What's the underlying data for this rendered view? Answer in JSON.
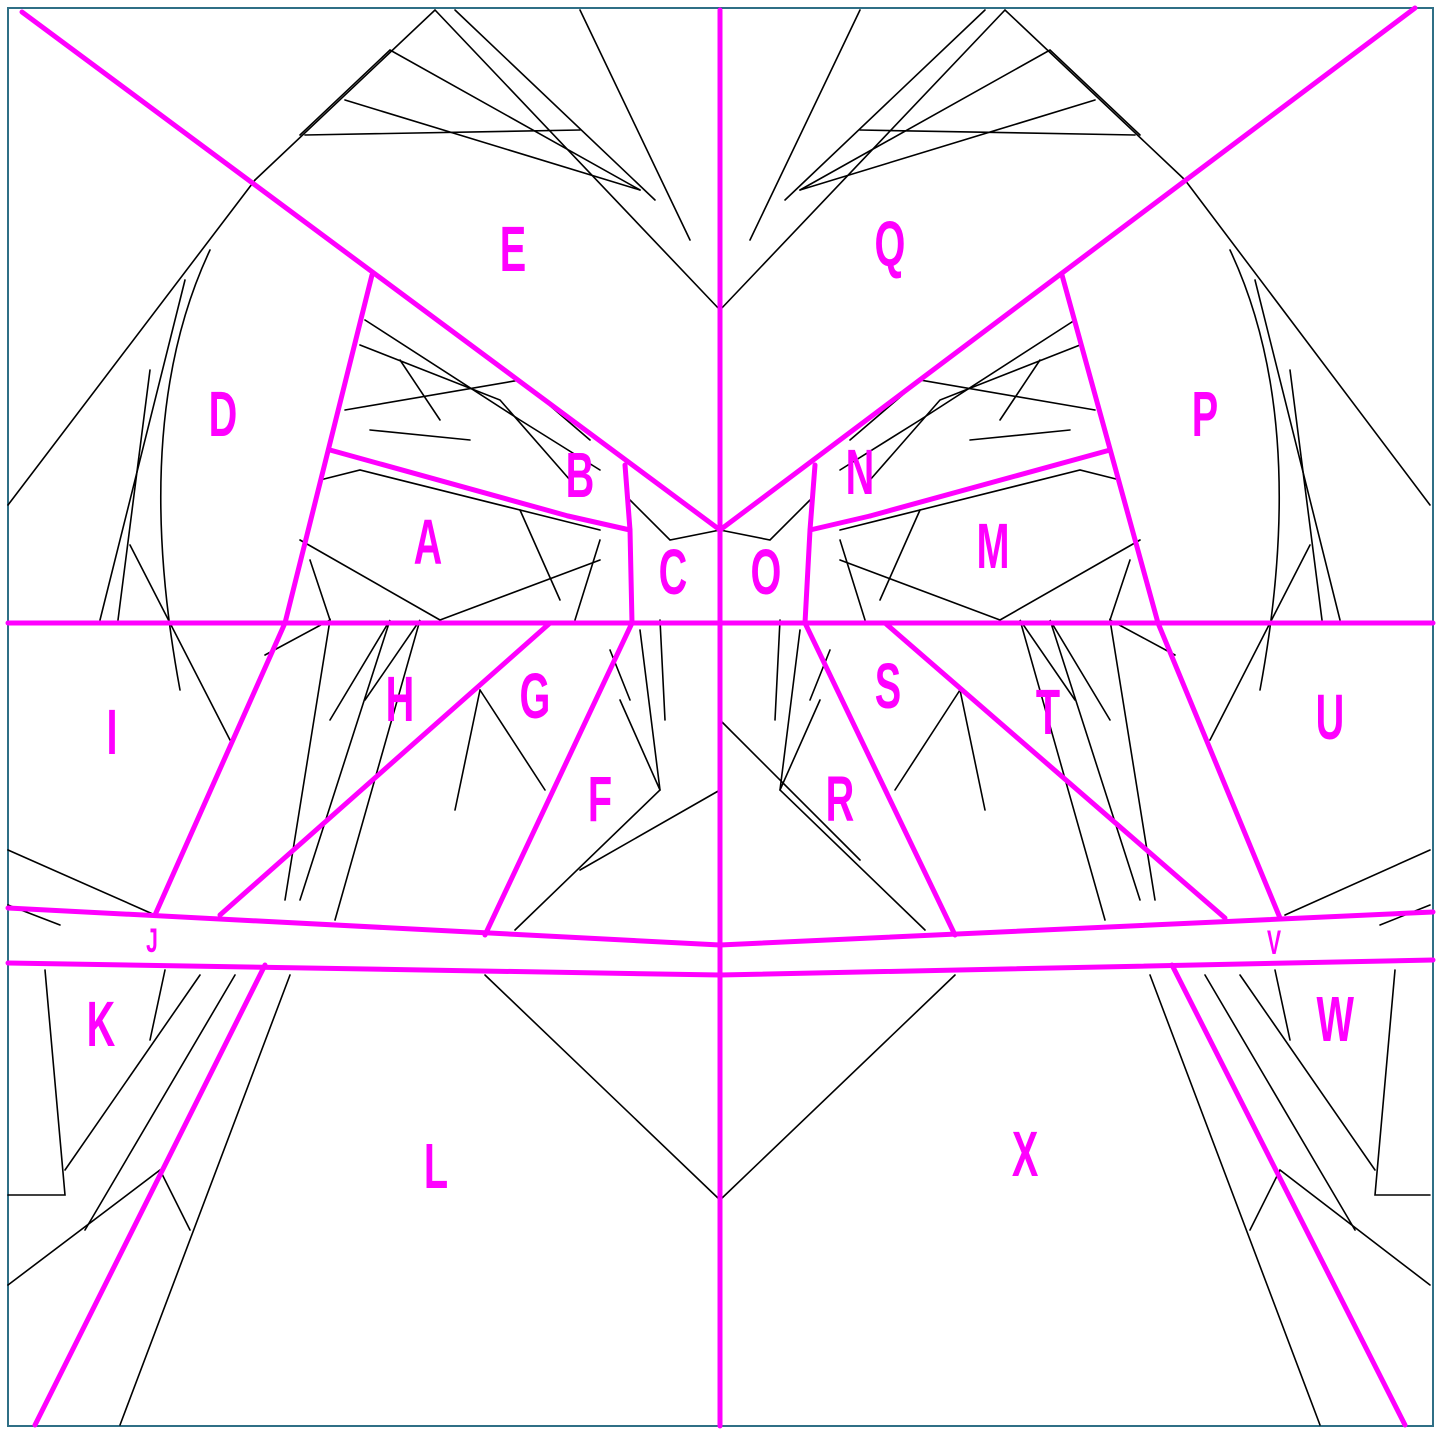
{
  "diagram": {
    "colors": {
      "section_lines": "#ff00ff",
      "pattern_lines": "#000000",
      "border": "#2f6f86",
      "background": "#ffffff"
    },
    "sections": [
      {
        "id": "A",
        "label": "A"
      },
      {
        "id": "B",
        "label": "B"
      },
      {
        "id": "C",
        "label": "C"
      },
      {
        "id": "D",
        "label": "D"
      },
      {
        "id": "E",
        "label": "E"
      },
      {
        "id": "F",
        "label": "F"
      },
      {
        "id": "G",
        "label": "G"
      },
      {
        "id": "H",
        "label": "H"
      },
      {
        "id": "I",
        "label": "I"
      },
      {
        "id": "J",
        "label": "J"
      },
      {
        "id": "K",
        "label": "K"
      },
      {
        "id": "L",
        "label": "L"
      },
      {
        "id": "M",
        "label": "M"
      },
      {
        "id": "N",
        "label": "N"
      },
      {
        "id": "O",
        "label": "O"
      },
      {
        "id": "P",
        "label": "P"
      },
      {
        "id": "Q",
        "label": "Q"
      },
      {
        "id": "R",
        "label": "R"
      },
      {
        "id": "S",
        "label": "S"
      },
      {
        "id": "T",
        "label": "T"
      },
      {
        "id": "U",
        "label": "U"
      },
      {
        "id": "V",
        "label": "V"
      },
      {
        "id": "W",
        "label": "W"
      },
      {
        "id": "X",
        "label": "X"
      }
    ]
  }
}
